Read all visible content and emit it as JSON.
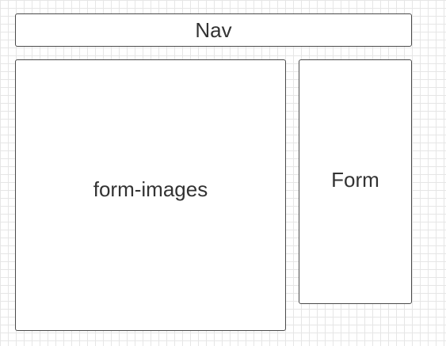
{
  "diagram": {
    "nav": {
      "label": "Nav"
    },
    "form_images": {
      "label": "form-images"
    },
    "form": {
      "label": "Form"
    }
  },
  "colors": {
    "grid": "#e6e6e6",
    "box_border": "#4a4a4a",
    "box_fill": "#ffffff",
    "text": "#333333"
  }
}
